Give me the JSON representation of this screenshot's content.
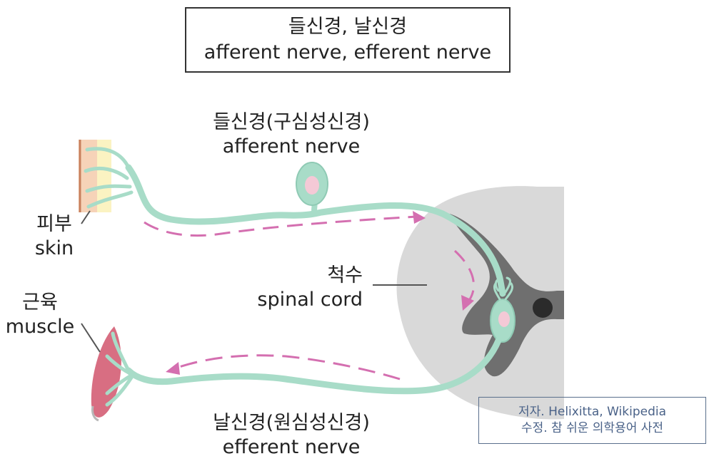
{
  "title": {
    "korean": "들신경, 날신경",
    "english": "afferent nerve, efferent nerve"
  },
  "labels": {
    "afferent": {
      "korean": "들신경(구심성신경)",
      "english": "afferent nerve"
    },
    "efferent": {
      "korean": "날신경(원심성신경)",
      "english": "efferent nerve"
    },
    "skin": {
      "korean": "피부",
      "english": "skin"
    },
    "muscle": {
      "korean": "근육",
      "english": "muscle"
    },
    "spinal_cord": {
      "korean": "척수",
      "english": "spinal cord"
    }
  },
  "credit": {
    "line1": "저자. Helixitta, Wikipedia",
    "line2": "수정. 참 쉬운 의학용어 사전"
  },
  "colors": {
    "nerve": "#a8dcc8",
    "nerve_outline": "#8fcab4",
    "arrow": "#d46fb0",
    "spinal_white_matter": "#d9d9d9",
    "spinal_gray_matter": "#6f6f6f",
    "skin": "#f6d3b8",
    "muscle": "#d86e82"
  }
}
